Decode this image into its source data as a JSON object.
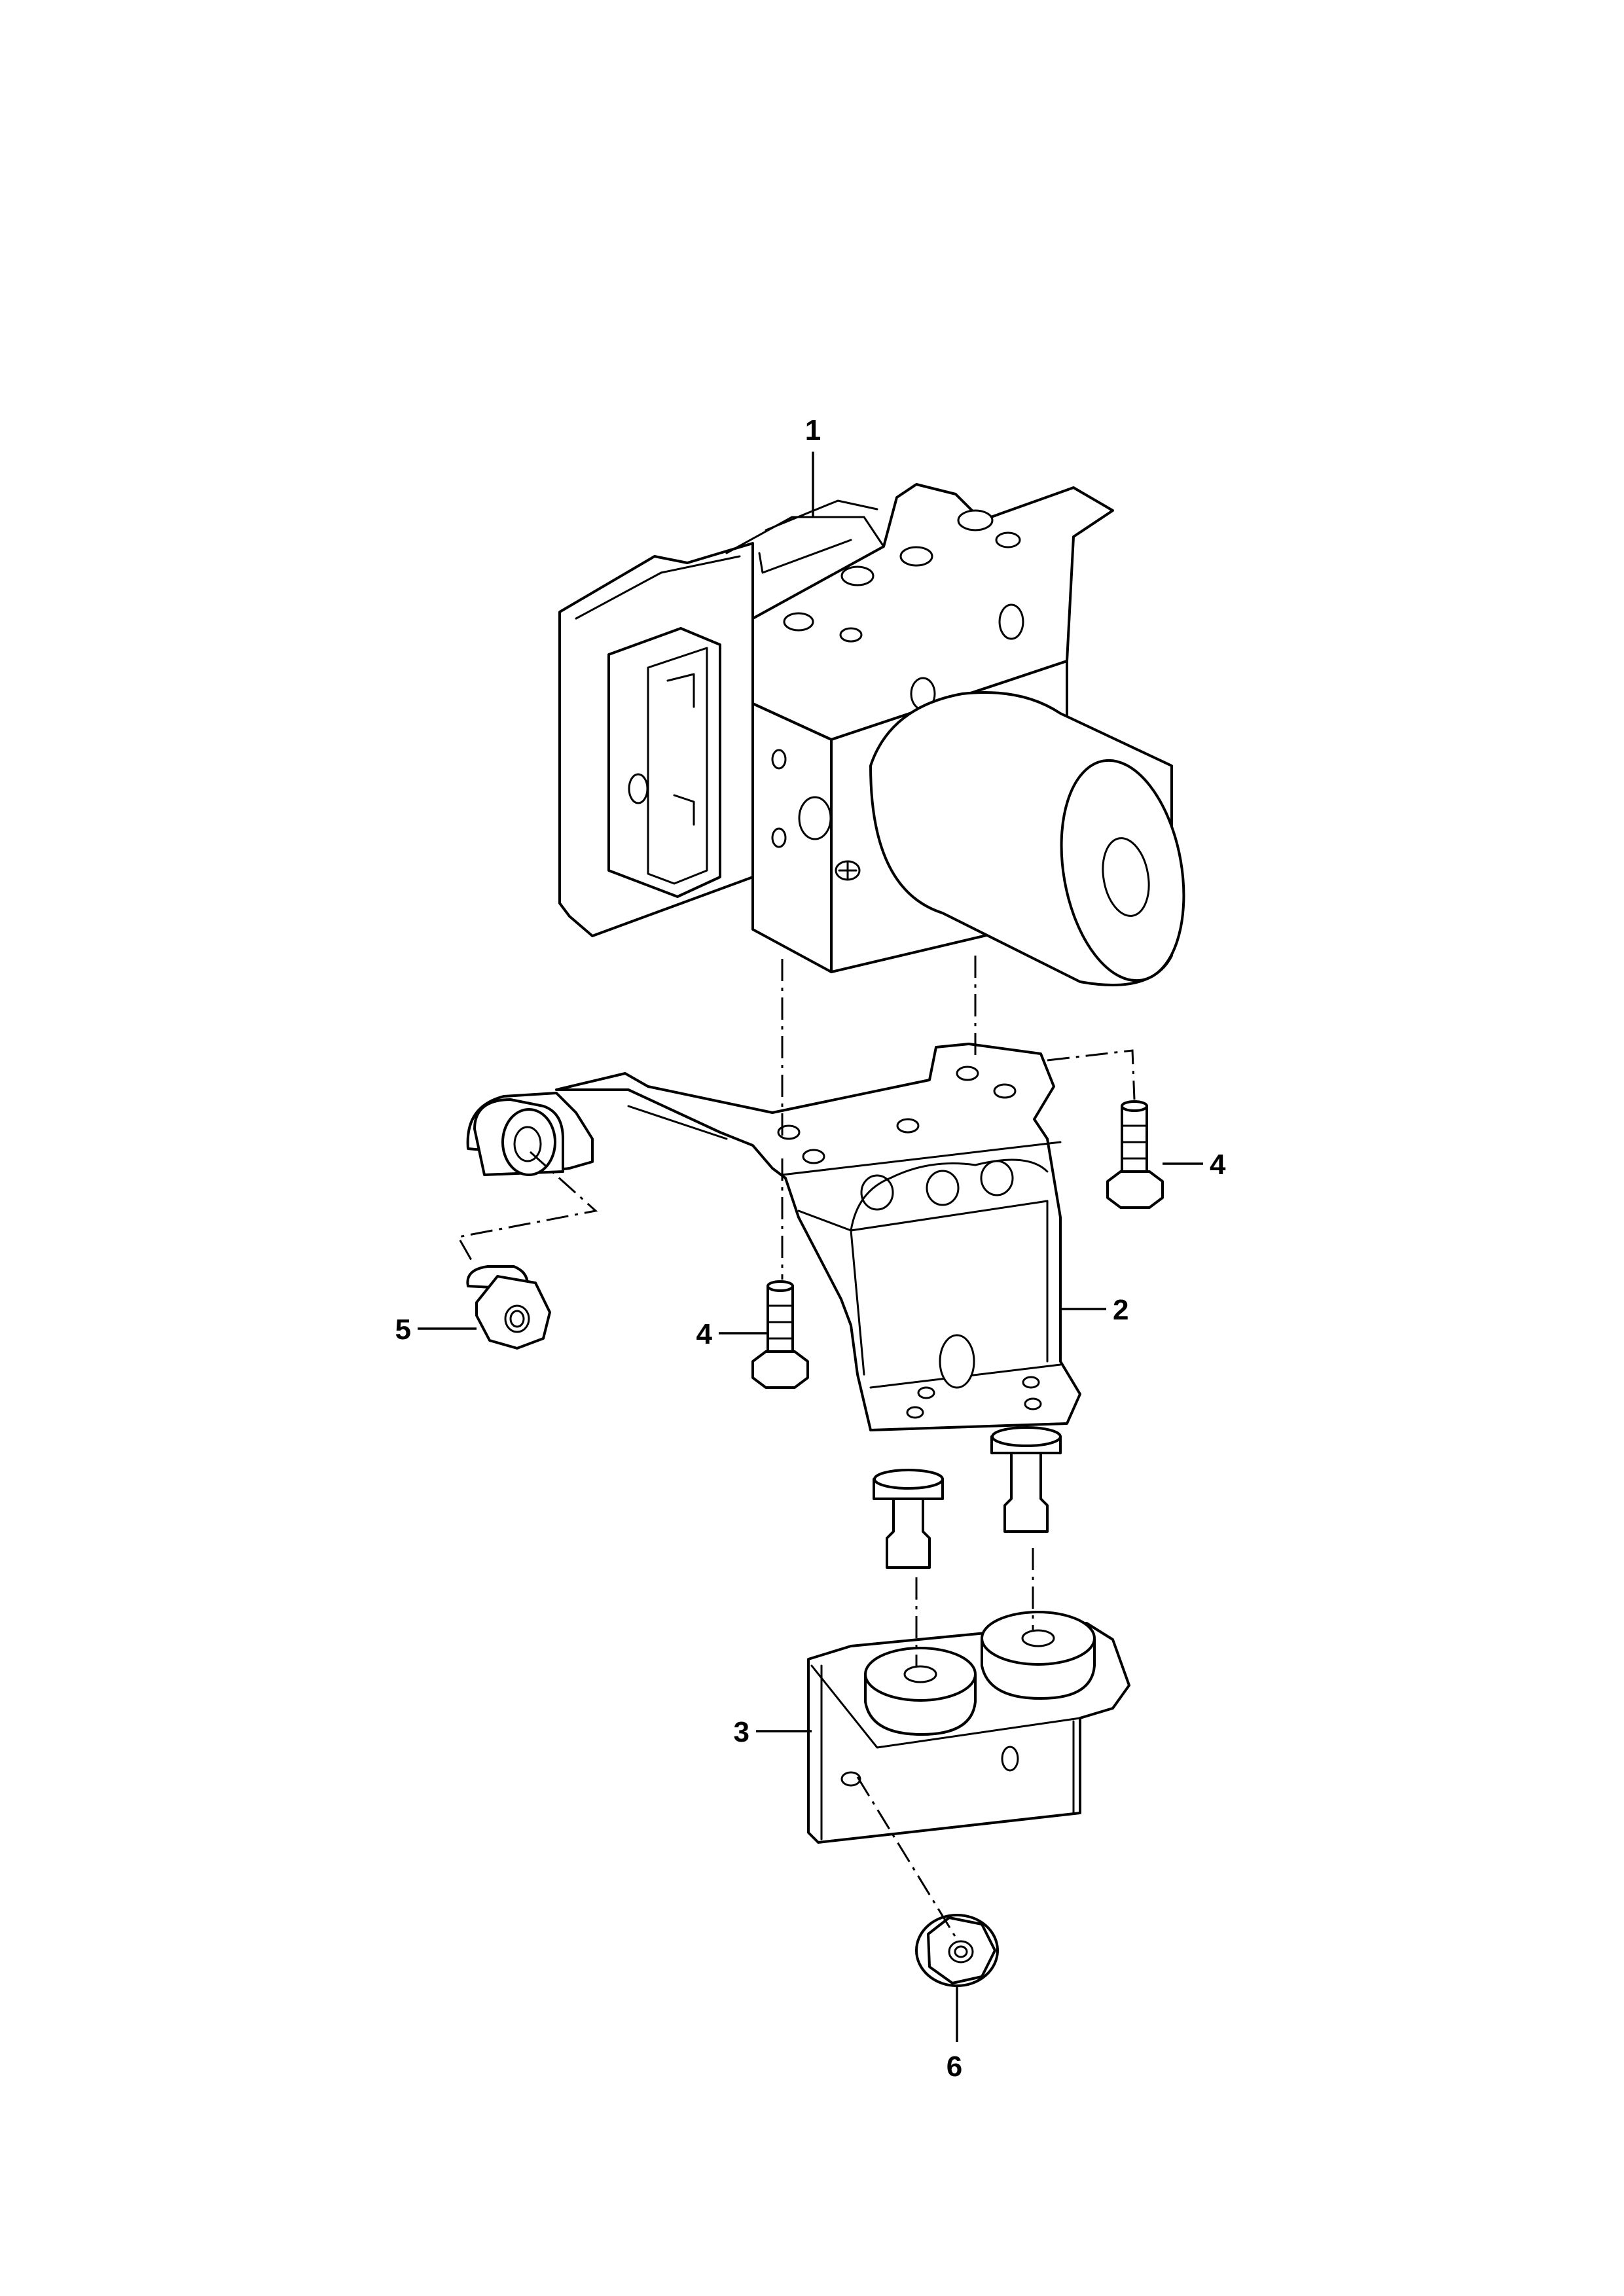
{
  "callouts": {
    "c1": "1",
    "c2": "2",
    "c3": "3",
    "c4a": "4",
    "c4b": "4",
    "c5": "5",
    "c6": "6"
  },
  "colors": {
    "ink": "#000000",
    "paper": "#ffffff"
  }
}
